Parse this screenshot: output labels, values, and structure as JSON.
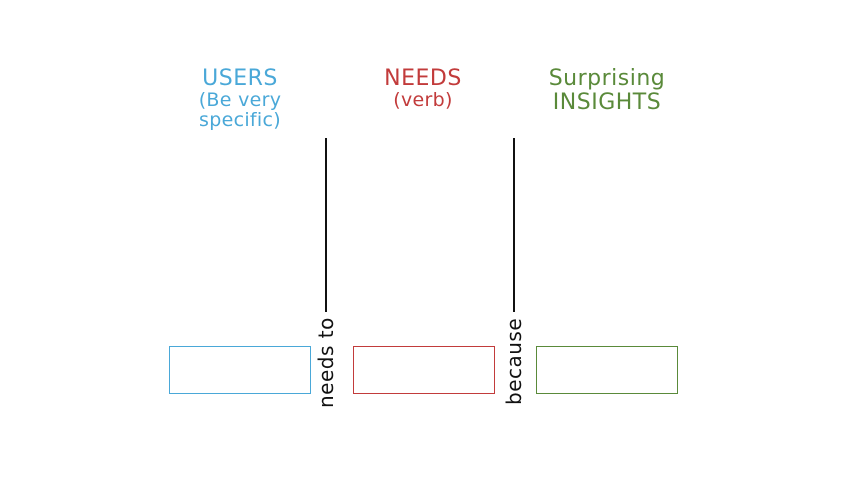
{
  "columns": [
    {
      "title": "USERS",
      "subtitle_line1": "(Be very",
      "subtitle_line2": "specific)",
      "color": "#4aa8d8"
    },
    {
      "title": "NEEDS",
      "subtitle_line1": "(verb)",
      "color": "#c23b3b"
    },
    {
      "title": "Surprising",
      "subtitle_line1": "INSIGHTS",
      "color": "#5a8a3a"
    }
  ],
  "connectors": [
    {
      "label": "needs to"
    },
    {
      "label": "because"
    }
  ]
}
